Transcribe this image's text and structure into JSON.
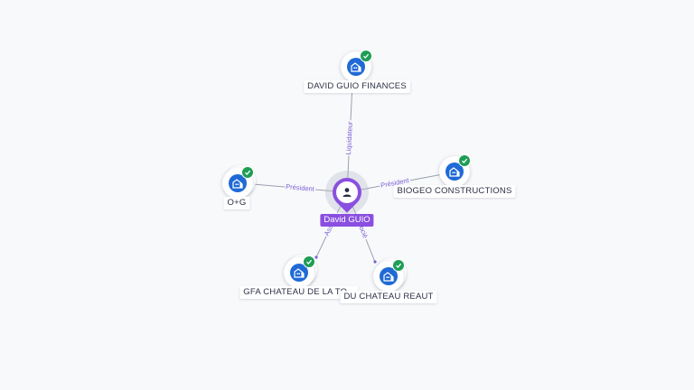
{
  "center": {
    "name": "David GUIO",
    "icon": "person-icon",
    "color": "#8a4fe0"
  },
  "colors": {
    "edge": "#9aa0ad",
    "edge_label": "#7b5fd6",
    "company": "#1f6ad6",
    "verified": "#1f9d55"
  },
  "companies": [
    {
      "id": "david-guio-finances",
      "name": "DAVID GUIO FINANCES",
      "relation": "Liquidateur",
      "icon": "building-icon",
      "verified": true
    },
    {
      "id": "biogeo-constructions",
      "name": "BIOGEO CONSTRUCTIONS",
      "relation": "Président",
      "icon": "building-icon",
      "verified": true
    },
    {
      "id": "o-g",
      "name": "O+G",
      "relation": "Président",
      "icon": "building-icon",
      "verified": true
    },
    {
      "id": "gfa-chateau",
      "name": "GFA CHATEAU DE LA TO...",
      "relation": "Associé",
      "icon": "building-icon",
      "verified": true
    },
    {
      "id": "chateau-reaut",
      "name": "DU CHATEAU REAUT",
      "relation": "Associé",
      "icon": "building-icon",
      "verified": true
    }
  ]
}
